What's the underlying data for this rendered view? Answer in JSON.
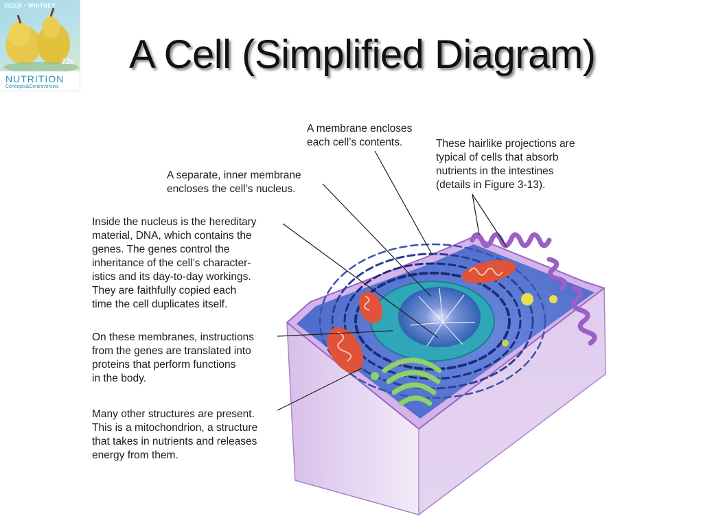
{
  "slide": {
    "title": "A Cell (Simplified Diagram)"
  },
  "logo": {
    "authors": "SIZER • WHITNEY",
    "edition": "12e",
    "brand": "NUTRITION",
    "subtitle": "Concepts&Controversies"
  },
  "annotations": {
    "membrane": "A membrane encloses\neach cell’s contents.",
    "hairlike": "These hairlike projections are\ntypical of cells that absorb\nnutrients in the intestines\n(details in Figure 3-13).",
    "inner_membrane": "A separate, inner membrane\nencloses the cell’s nucleus.",
    "nucleus": "Inside the nucleus is the hereditary\nmaterial, DNA, which contains the\ngenes. The genes control the\ninheritance of the cell’s character-\nistics and its day-to-day workings.\nThey are faithfully copied each\ntime the cell duplicates itself.",
    "membranes": "On these membranes, instructions\nfrom the genes are translated into\nproteins that perform functions\nin the body.",
    "mitochondrion": "Many other structures are present.\nThis is a mitochondrion, a structure\nthat takes in nutrients and releases\nenergy from them."
  },
  "colors": {
    "membrane_outer": "#c9a6e0",
    "cytoplasm": "#5a78d6",
    "nucleus": "#2fa7b8",
    "mitochondrion": "#e0523a",
    "golgi": "#8ed16a",
    "microvilli": "#9b5fc8",
    "vesicle": "#e8e04a"
  }
}
